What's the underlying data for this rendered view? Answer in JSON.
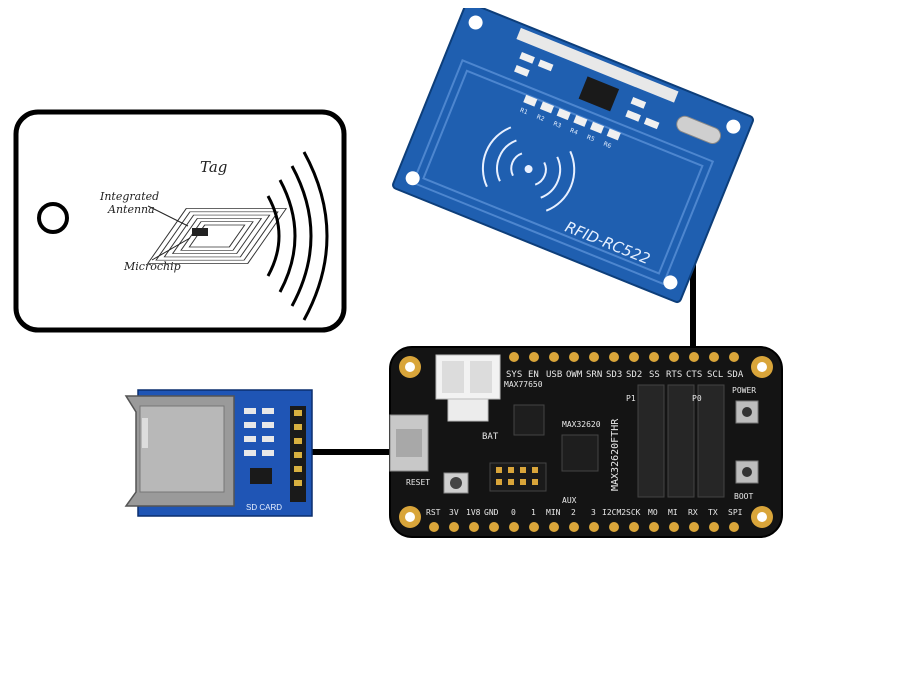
{
  "tag_card": {
    "title": "Tag",
    "label_antenna_line1": "Integrated",
    "label_antenna_line2": "Antenna",
    "label_chip": "Microchip"
  },
  "rfid_reader": {
    "model": "RFID-RC522",
    "led_labels": [
      "R1",
      "R2",
      "R3",
      "R4",
      "R5",
      "R6"
    ],
    "board_color": "#1f5fb0"
  },
  "mcu_board": {
    "model_vertical": "MAX32620FTHR",
    "chip_a": "MAX77650",
    "chip_b": "MAX32620",
    "top_pins": [
      "SYS",
      "EN",
      "USB",
      "OWM",
      "SRN",
      "SD3",
      "SD2",
      "SS",
      "RTS",
      "CTS",
      "SCL",
      "SDA"
    ],
    "bottom_pins": [
      "RST",
      "3V",
      "1V8",
      "GND",
      "0",
      "1",
      "MIN",
      "2",
      "3",
      "I2CM2",
      "SCK",
      "MO",
      "MI",
      "RX",
      "TX",
      "SPI"
    ],
    "label_power": "POWER",
    "label_boot": "BOOT",
    "label_reset": "RESET",
    "label_bat": "BAT",
    "label_aux": "AUX",
    "label_p1": "P1",
    "label_p0": "P0",
    "board_color": "#141414",
    "pad_color": "#d9a53a"
  },
  "sd_module": {
    "label": "SD CARD",
    "board_color": "#1f55b5"
  },
  "connections": {
    "wire_color": "#000000"
  }
}
